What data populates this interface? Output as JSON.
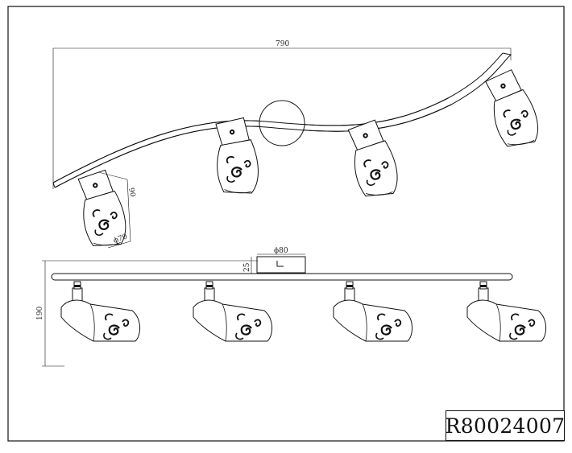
{
  "drawing": {
    "product_code": "R80024007",
    "dimensions": {
      "overall_width": "790",
      "shade_height": "90",
      "shade_diameter": "ϕ70",
      "canopy_diameter": "ϕ80",
      "canopy_depth": "25",
      "overall_height": "190"
    },
    "views": [
      "top-view",
      "front-view"
    ],
    "spot_count": 4
  }
}
